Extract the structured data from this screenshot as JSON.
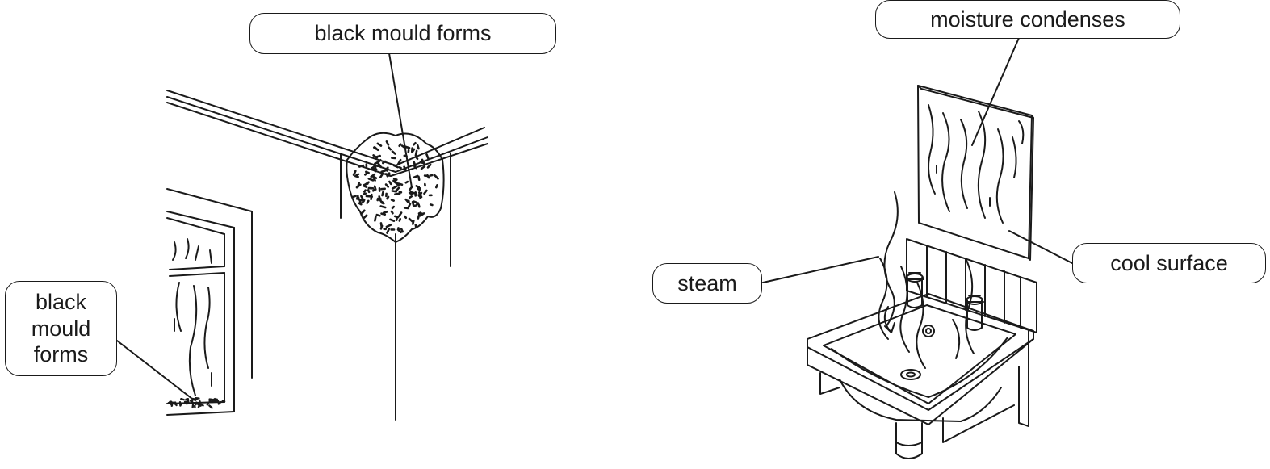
{
  "labels": {
    "corner_mould": "black mould forms",
    "window_mould": "black\nmould\nforms",
    "moisture": "moisture condenses",
    "cool_surface": "cool surface",
    "steam": "steam"
  }
}
